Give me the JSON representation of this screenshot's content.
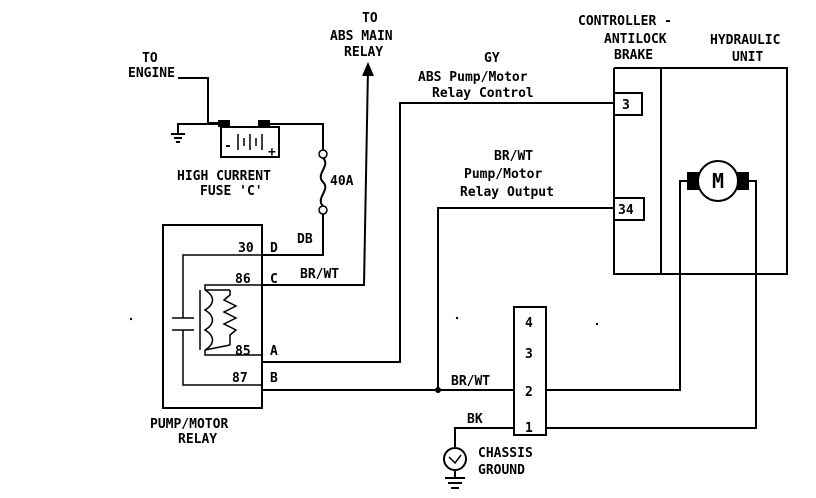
{
  "labels": {
    "to_engine": [
      "TO",
      "ENGINE"
    ],
    "to_abs_main_relay": [
      "TO",
      "ABS MAIN",
      "RELAY"
    ],
    "gy_wire": "GY",
    "abs_relay_control": [
      "ABS Pump/Motor",
      "Relay Control"
    ],
    "controller": [
      "CONTROLLER -",
      "ANTILOCK",
      "BRAKE"
    ],
    "hydraulic_unit": [
      "HYDRAULIC",
      "UNIT"
    ],
    "brwt_output_wire": "BR/WT",
    "relay_output": [
      "Pump/Motor",
      "Relay Output"
    ],
    "fuse_rating": "40A",
    "high_current_fuse": [
      "HIGH CURRENT",
      "FUSE 'C'"
    ],
    "db_wire": "DB",
    "brwt_c_wire": "BR/WT",
    "brwt_ground_wire": "BR/WT",
    "bk_wire": "BK",
    "pump_motor_relay": [
      "PUMP/MOTOR",
      "RELAY"
    ],
    "chassis_ground": [
      "CHASSIS",
      "GROUND"
    ],
    "motor_symbol": "M",
    "battery_minus": "-",
    "battery_plus": "+"
  },
  "relay_pins": [
    {
      "number": "30",
      "letter": "D"
    },
    {
      "number": "86",
      "letter": "C"
    },
    {
      "number": "85",
      "letter": "A"
    },
    {
      "number": "87",
      "letter": "B"
    }
  ],
  "controller_pins": [
    "3",
    "34"
  ],
  "ground_connector_pins": [
    "4",
    "3",
    "2",
    "1"
  ]
}
